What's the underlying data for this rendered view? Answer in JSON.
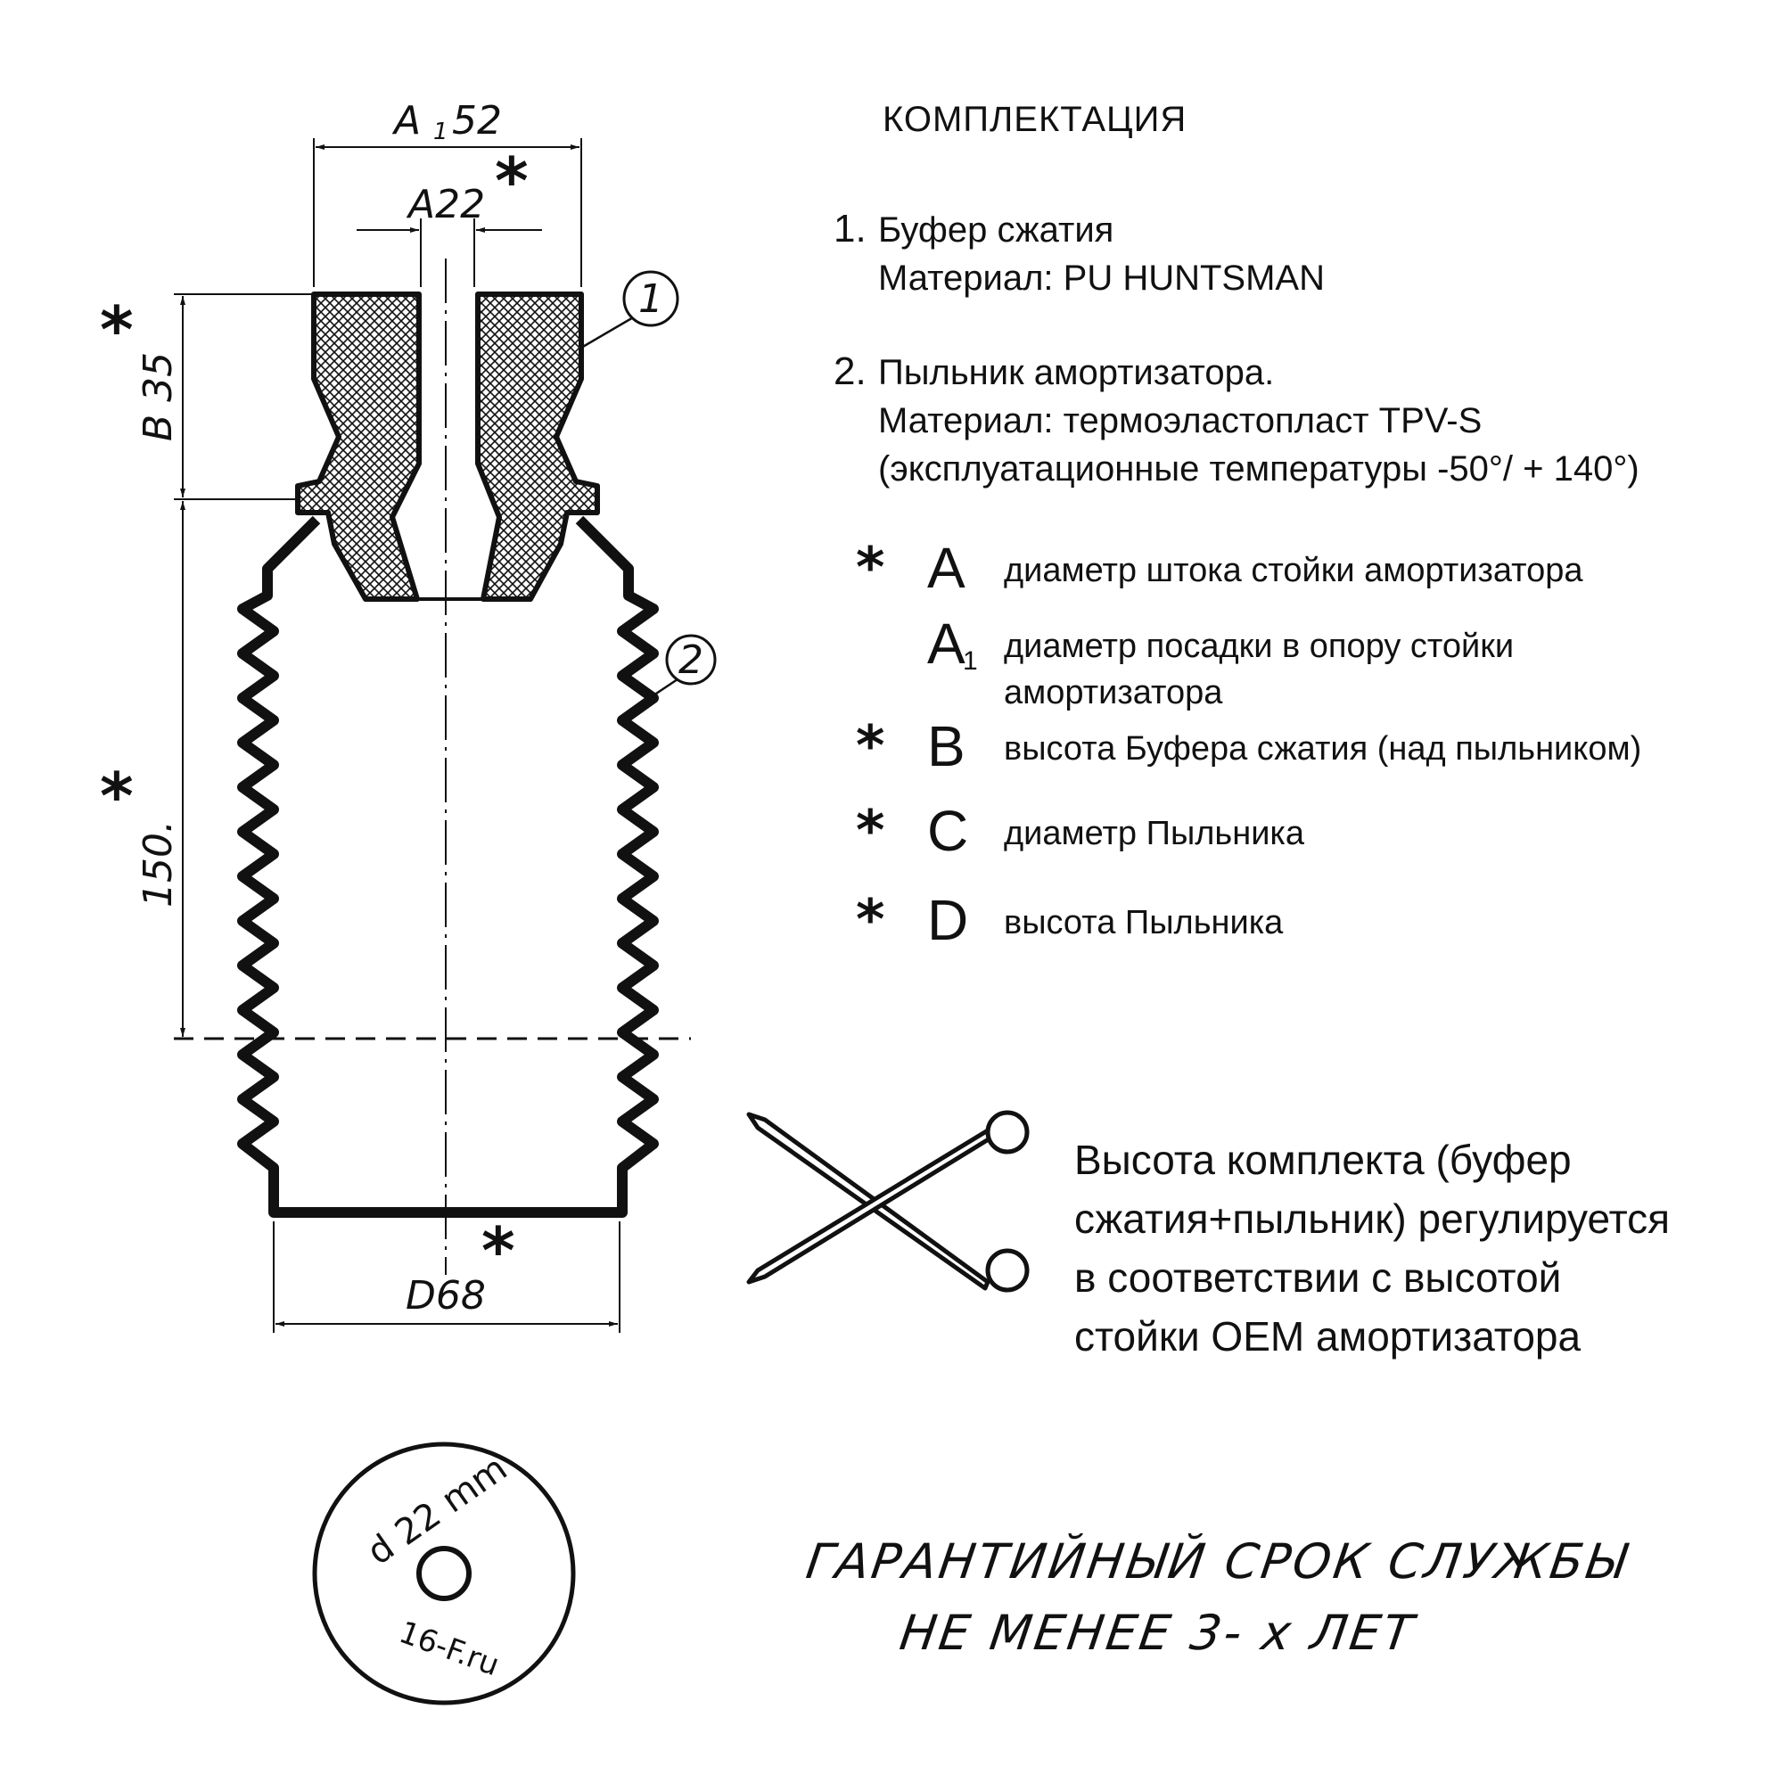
{
  "drawing": {
    "dim_a1_letter": "A",
    "dim_a1_sub": "1",
    "dim_a1_value": "52",
    "dim_a": "A22",
    "dim_b": "B 35",
    "dim_height": "150.",
    "dim_d": "D68",
    "callout_1": "1",
    "callout_2": "2",
    "asterisk": "*"
  },
  "bottom_view": {
    "label_diameter": "d 22 mm",
    "label_site": "16-F.ru"
  },
  "kit": {
    "title": "КОМПЛЕКТАЦИЯ",
    "items": [
      {
        "number": "1.",
        "name": "Буфер сжатия",
        "material_line": "Материал:  PU HUNTSMAN"
      },
      {
        "number": "2.",
        "name": "Пыльник амортизатора.",
        "material_line": "Материал: термоэластопласт  TPV-S",
        "temperature_line": "(эксплуатационные температуры -50°/ + 140°)"
      }
    ]
  },
  "legend": [
    {
      "marker": "*",
      "letter": "A",
      "sub": "",
      "description": "диаметр штока стойки амортизатора"
    },
    {
      "marker": "",
      "letter": "A",
      "sub": "1",
      "description": "диаметр посадки в  опору стойки",
      "description_2": "амортизатора"
    },
    {
      "marker": "*",
      "letter": "B",
      "sub": "",
      "description": "высота Буфера сжатия (над пыльником)"
    },
    {
      "marker": "*",
      "letter": "C",
      "sub": "",
      "description": "диаметр Пыльника"
    },
    {
      "marker": "*",
      "letter": "D",
      "sub": "",
      "description": "высота Пыльника"
    }
  ],
  "adjustment_note": {
    "lines": [
      "Высота комплекта (буфер",
      "сжатия+пыльник) регулируется",
      "в соответствии с высотой",
      "стойки  OEM амортизатора"
    ],
    "icon": "scissors-icon"
  },
  "warranty": {
    "line_1": "ГАРАНТИЙНЫЙ СРОК СЛУЖБЫ",
    "line_2": "НЕ МЕНЕЕ 3- х ЛЕТ"
  }
}
